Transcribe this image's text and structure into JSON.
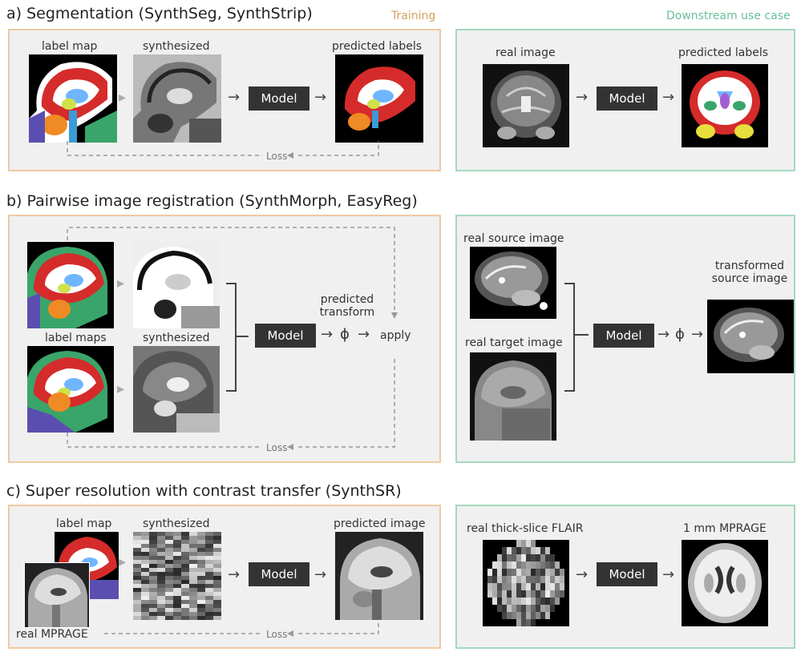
{
  "sections": {
    "a": {
      "title": "a) Segmentation (SynthSeg, SynthStrip)",
      "training": {
        "tag": "Training",
        "label_map": "label map",
        "synthesized": "synthesized",
        "model": "Model",
        "predicted_labels": "predicted labels",
        "loss": "Loss"
      },
      "downstream": {
        "tag": "Downstream use case",
        "real_image": "real image",
        "model": "Model",
        "predicted_labels": "predicted labels"
      }
    },
    "b": {
      "title": "b) Pairwise image registration (SynthMorph, EasyReg)",
      "training": {
        "label_maps": "label maps",
        "synthesized": "synthesized",
        "model": "Model",
        "predicted_transform": "predicted transform",
        "phi": "ϕ",
        "apply": "apply",
        "loss": "Loss"
      },
      "downstream": {
        "real_source": "real source image",
        "real_target": "real target image",
        "model": "Model",
        "phi": "ϕ",
        "transformed_source": "transformed source image"
      }
    },
    "c": {
      "title": "c) Super resolution with contrast transfer (SynthSR)",
      "training": {
        "label_map": "label map",
        "synthesized": "synthesized",
        "model": "Model",
        "predicted_image": "predicted image",
        "real_mprage": "real MPRAGE",
        "loss": "Loss"
      },
      "downstream": {
        "real_flair": "real thick-slice FLAIR",
        "model": "Model",
        "mprage": "1 mm MPRAGE"
      }
    }
  },
  "colors": {
    "training_border": "#f0c9a0",
    "training_tag": "#d4a15e",
    "downstream_border": "#a6d8bd",
    "downstream_tag": "#6bbf98",
    "panel_bg": "#f0f0f0",
    "model_box": "#333333"
  }
}
